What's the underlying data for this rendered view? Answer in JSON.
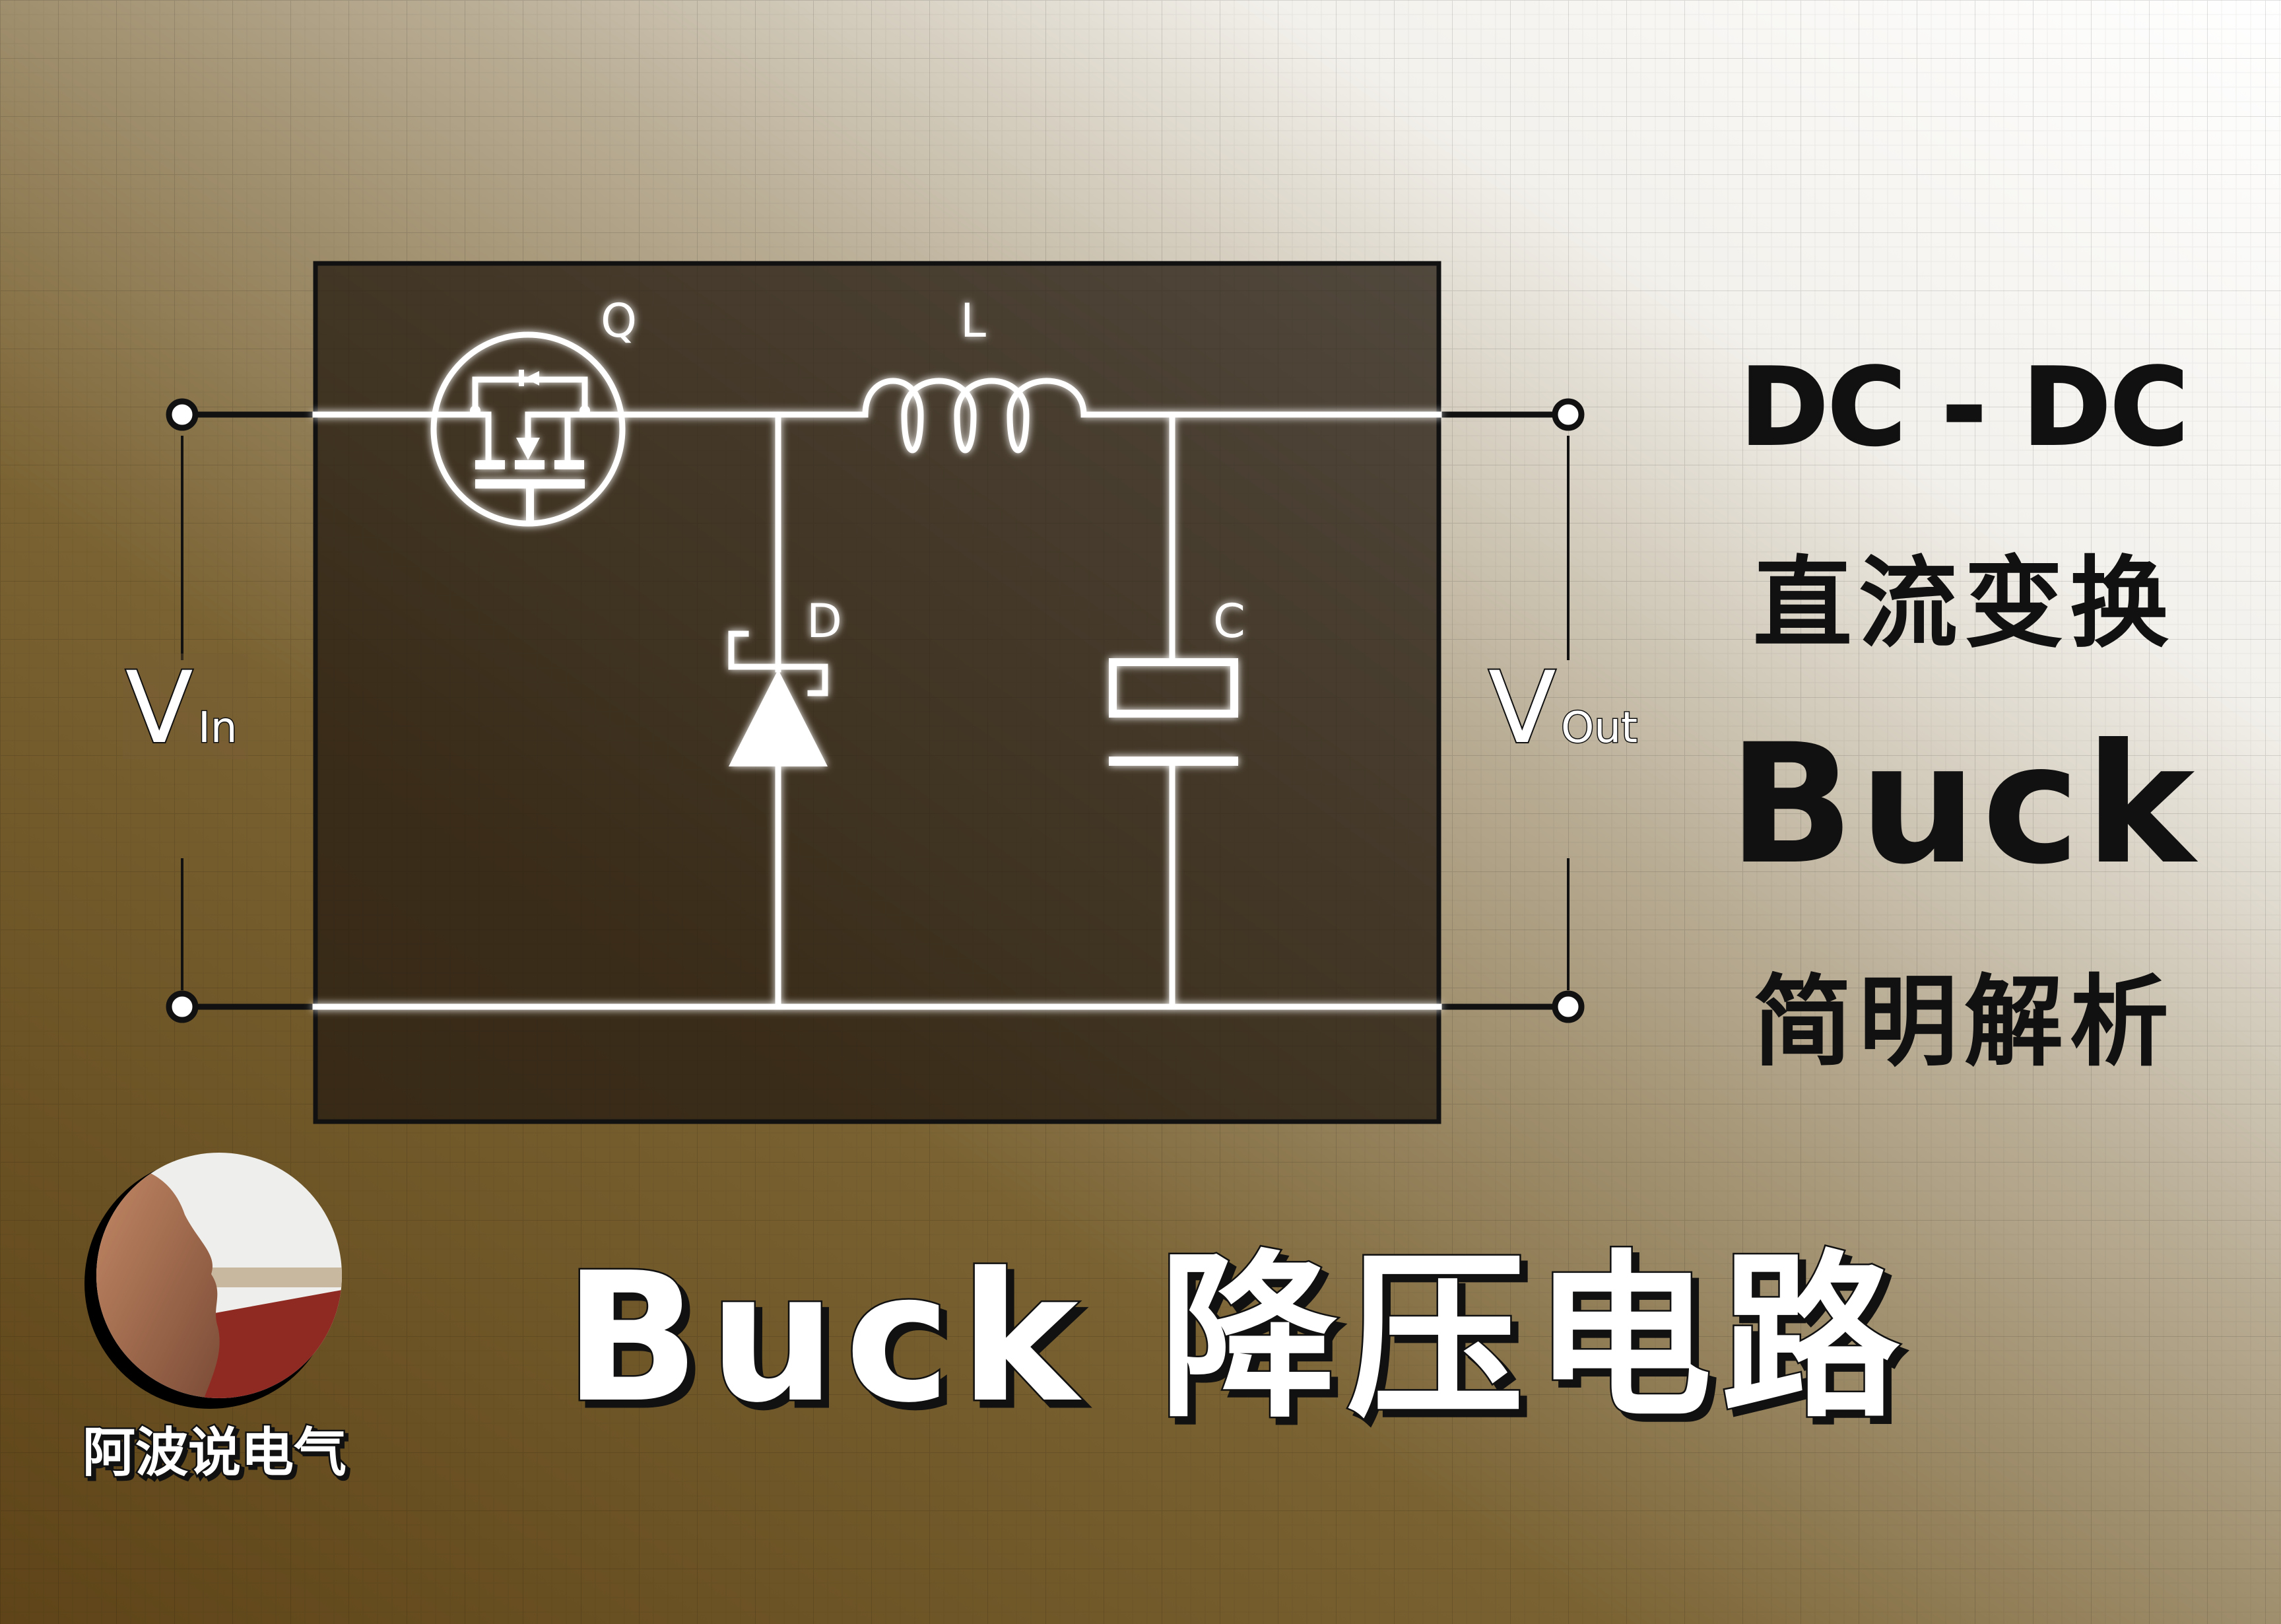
{
  "colors": {
    "background_dark": "#6f5426",
    "background_light": "#ffffff",
    "panel": "#3a2e1e",
    "wire": "#ffffff",
    "title_text": "#111111"
  },
  "circuit": {
    "switch_label": "Q",
    "inductor_label": "L",
    "diode_label": "D",
    "capacitor_label": "C",
    "vin": {
      "main": "V",
      "sub": "In"
    },
    "vout": {
      "main": "V",
      "sub": "Out"
    }
  },
  "side_titles": {
    "line1": "DC - DC",
    "line2": "直流变换",
    "line3": "Buck",
    "line4": "简明解析"
  },
  "main_title": "Buck 降压电路",
  "author": {
    "name": "阿波说电气",
    "avatar": "avatar-photo"
  }
}
